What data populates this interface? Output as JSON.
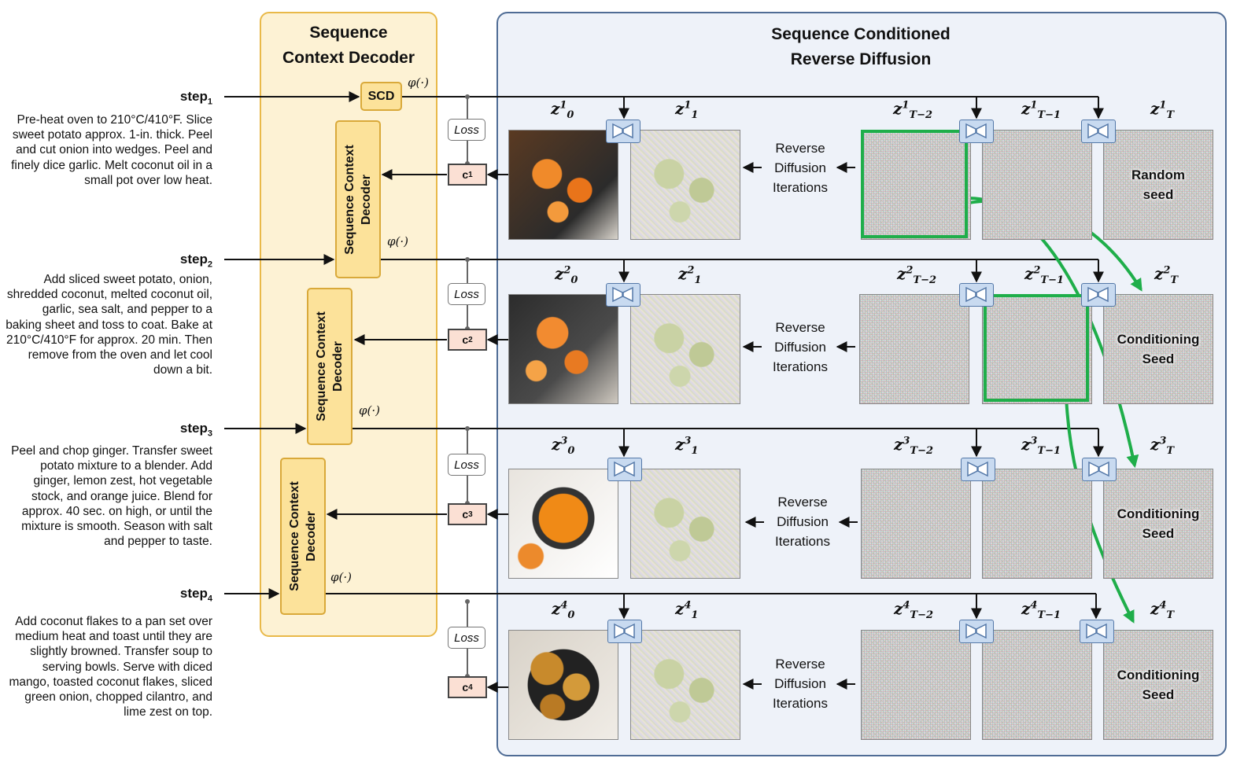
{
  "left_panel": {
    "title_line1": "Sequence",
    "title_line2": "Context Decoder",
    "scd_label": "SCD",
    "decoder_line1": "Sequence Context",
    "decoder_line2": "Decoder",
    "phi": "φ(·)"
  },
  "right_panel": {
    "title_line1": "Sequence Conditioned",
    "title_line2": "Reverse Diffusion"
  },
  "steps": [
    {
      "label": "step",
      "index": "1",
      "text": "Pre-heat oven to 210°C/410°F. Slice sweet potato approx. 1-in. thick. Peel and cut onion into wedges. Peel and finely dice garlic. Melt coconut oil in a small pot over low heat."
    },
    {
      "label": "step",
      "index": "2",
      "text": "Add sliced sweet potato, onion, shredded coconut, melted coconut oil, garlic, sea salt, and pepper to a baking sheet and toss to coat. Bake at 210°C/410°F for approx. 20 min. Then remove from the oven and let cool down a bit."
    },
    {
      "label": "step",
      "index": "3",
      "text": "Peel and chop ginger. Transfer sweet potato mixture to a blender. Add ginger, lemon zest, hot vegetable stock, and orange juice. Blend for approx. 40 sec. on high, or until the mixture is smooth. Season with salt and pepper to taste."
    },
    {
      "label": "step",
      "index": "4",
      "text": "Add coconut flakes to a pan set over medium heat and toast until they are slightly browned. Transfer soup to serving bowls. Serve with diced mango, toasted coconut flakes, sliced green onion, chopped cilantro, and lime zest on top."
    }
  ],
  "loss_label": "Loss",
  "c_label": "c",
  "reverse_line1": "Reverse",
  "reverse_line2": "Diffusion",
  "reverse_line3": "Iterations",
  "z_symbol": "z",
  "z_sub_0": "0",
  "z_sub_1": "1",
  "z_sub_tm2": "T−2",
  "z_sub_tm1": "T−1",
  "z_sub_t": "T",
  "seed_random_line1": "Random",
  "seed_random_line2": "seed",
  "seed_cond_line1": "Conditioning",
  "seed_cond_line2": "Seed",
  "colors": {
    "accent_green": "#1fae4a",
    "left_panel_bg": "#fdf2d4",
    "right_panel_bg": "#eef2f9"
  }
}
